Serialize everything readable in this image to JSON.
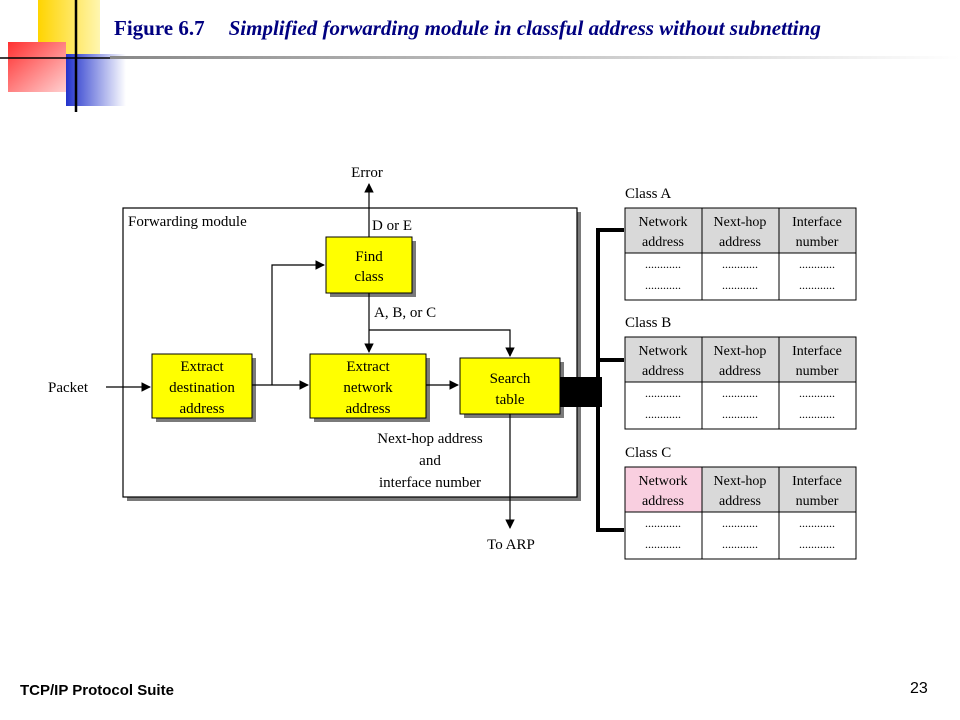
{
  "slide": {
    "figure_number": "Figure 6.7",
    "figure_title": "Simplified forwarding module in classful address without subnetting",
    "footer_left": "TCP/IP Protocol Suite",
    "page_number": "23"
  },
  "diagram": {
    "module_label": "Forwarding module",
    "input_label": "Packet",
    "error_label": "Error",
    "d_or_e_label": "D or E",
    "abc_label": "A, B, or C",
    "nexthop_lines": [
      "Next-hop address",
      "and",
      "interface number"
    ],
    "to_arp_label": "To ARP",
    "boxes": {
      "extract_dest": [
        "Extract",
        "destination",
        "address"
      ],
      "find_class": [
        "Find",
        "class"
      ],
      "extract_network": [
        "Extract",
        "network",
        "address"
      ],
      "search_table": [
        "Search",
        "table"
      ]
    },
    "tables": [
      {
        "title": "Class A",
        "headers": [
          [
            "Network",
            "address"
          ],
          [
            "Next-hop",
            "address"
          ],
          [
            "Interface",
            "number"
          ]
        ],
        "rows": [
          [
            "............",
            "............",
            "............"
          ],
          [
            "............",
            "............",
            "............"
          ]
        ],
        "highlight_first_header": false
      },
      {
        "title": "Class B",
        "headers": [
          [
            "Network",
            "address"
          ],
          [
            "Next-hop",
            "address"
          ],
          [
            "Interface",
            "number"
          ]
        ],
        "rows": [
          [
            "............",
            "............",
            "............"
          ],
          [
            "............",
            "............",
            "............"
          ]
        ],
        "highlight_first_header": false
      },
      {
        "title": "Class C",
        "headers": [
          [
            "Network",
            "address"
          ],
          [
            "Next-hop",
            "address"
          ],
          [
            "Interface",
            "number"
          ]
        ],
        "rows": [
          [
            "............",
            "............",
            "............"
          ],
          [
            "............",
            "............",
            "............"
          ]
        ],
        "highlight_first_header": true
      }
    ],
    "colors": {
      "box_fill": "#ffff00",
      "header_fill": "#d9d9d9",
      "highlight_header_fill": "#f9cfe0",
      "title_color": "#000080"
    }
  }
}
